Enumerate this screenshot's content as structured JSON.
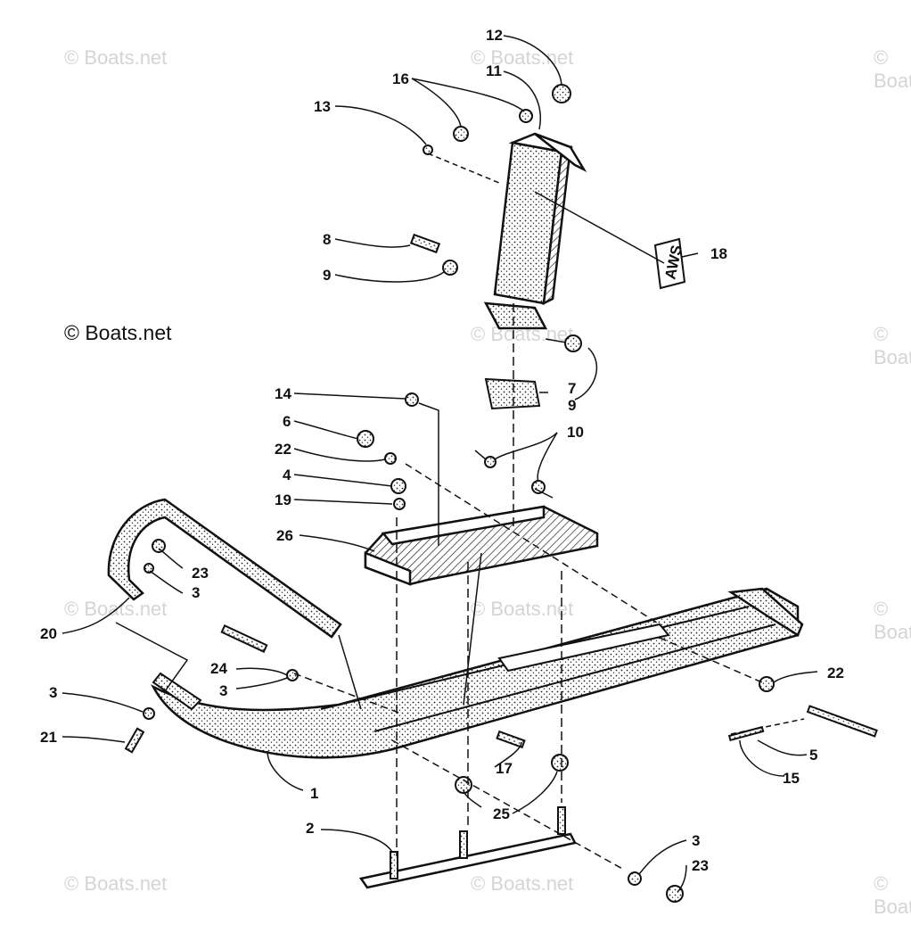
{
  "watermark": "© Boats.net",
  "copyright": "© Boats.net",
  "label": "AWS",
  "callouts": [
    "1",
    "2",
    "3",
    "3",
    "3",
    "3",
    "4",
    "5",
    "6",
    "7",
    "8",
    "9",
    "9",
    "10",
    "11",
    "12",
    "13",
    "14",
    "15",
    "16",
    "17",
    "18",
    "19",
    "20",
    "21",
    "22",
    "22",
    "23",
    "23",
    "24",
    "25",
    "26"
  ],
  "colors": {
    "ink": "#111111",
    "watermark": "#d4d4d4",
    "paper": "#ffffff"
  }
}
